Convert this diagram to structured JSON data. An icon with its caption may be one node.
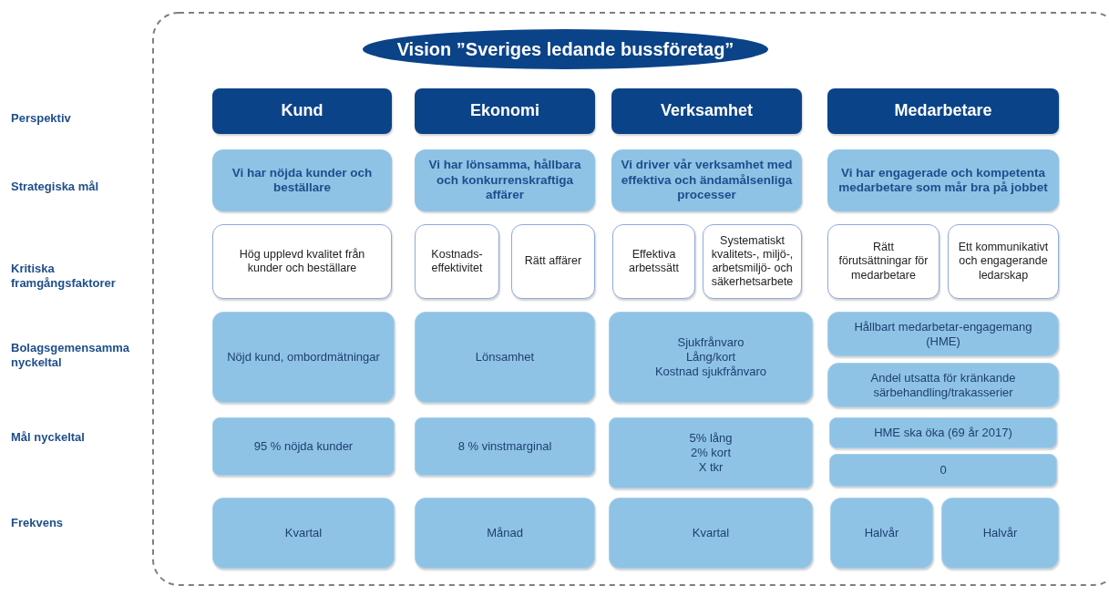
{
  "diagram": {
    "nodes": [
      {
        "text": [
          "Vision ”Sveriges ledande bussföretag”"
        ]
      },
      {
        "text": [
          "Kund"
        ]
      },
      {
        "text": [
          "Ekonomi"
        ]
      },
      {
        "text": [
          "Verksamhet"
        ]
      },
      {
        "text": [
          "Medarbetare"
        ]
      },
      {
        "text": [
          "Vi har nöjda kunder och beställare"
        ]
      },
      {
        "text": [
          "Vi har lönsamma, hållbara och konkurrenskraftiga affärer"
        ]
      },
      {
        "text": [
          "Vi driver vår verksamhet med effektiva och ändamålsenliga processer"
        ]
      },
      {
        "text": [
          "Vi har engagerade och kompetenta medarbetare som mår bra på jobbet"
        ]
      },
      {
        "text": [
          "Hög upplevd kvalitet från kunder och beställare"
        ]
      },
      {
        "text": [
          "Kostnads- effektivitet"
        ]
      },
      {
        "text": [
          "Rätt affärer"
        ]
      },
      {
        "text": [
          "Effektiva arbetssätt"
        ]
      },
      {
        "text": [
          "Systematiskt kvalitets-, miljö-, arbetsmiljö- och säkerhetsarbete"
        ]
      },
      {
        "text": [
          "Rätt förutsättningar för medarbetare"
        ]
      },
      {
        "text": [
          "Ett kommunikativt och engagerande ledarskap"
        ]
      },
      {
        "text": [
          "Nöjd kund, ombordmätningar"
        ]
      },
      {
        "text": [
          "Lönsamhet"
        ]
      },
      {
        "text": [
          "Sjukfrånvaro",
          "Lång/kort",
          "Kostnad sjukfrånvaro"
        ]
      },
      {
        "text": [
          "Hållbart medarbetar-engagemang (HME)"
        ]
      },
      {
        "text": [
          "Andel utsatta för kränkande särbehandling/trakasserier"
        ]
      },
      {
        "text": [
          "95 % nöjda kunder"
        ]
      },
      {
        "text": [
          "8 % vinstmarginal"
        ]
      },
      {
        "text": [
          "5% lång",
          "2% kort",
          "X tkr"
        ]
      },
      {
        "text": [
          "HME ska öka (69 år 2017)"
        ]
      },
      {
        "text": [
          "0"
        ]
      },
      {
        "text": [
          "Kvartal"
        ]
      },
      {
        "text": [
          "Månad"
        ]
      },
      {
        "text": [
          "Kvartal"
        ]
      },
      {
        "text": [
          "Halvår"
        ]
      },
      {
        "text": [
          "Halvår"
        ]
      }
    ],
    "edges": [],
    "labels": [
      "Perspektiv",
      "Strategiska mål",
      "Kritiska framgångsfaktorer",
      "Bolagsgemensamma nyckeltal",
      "Mål nyckeltal",
      "Frekvens"
    ]
  }
}
